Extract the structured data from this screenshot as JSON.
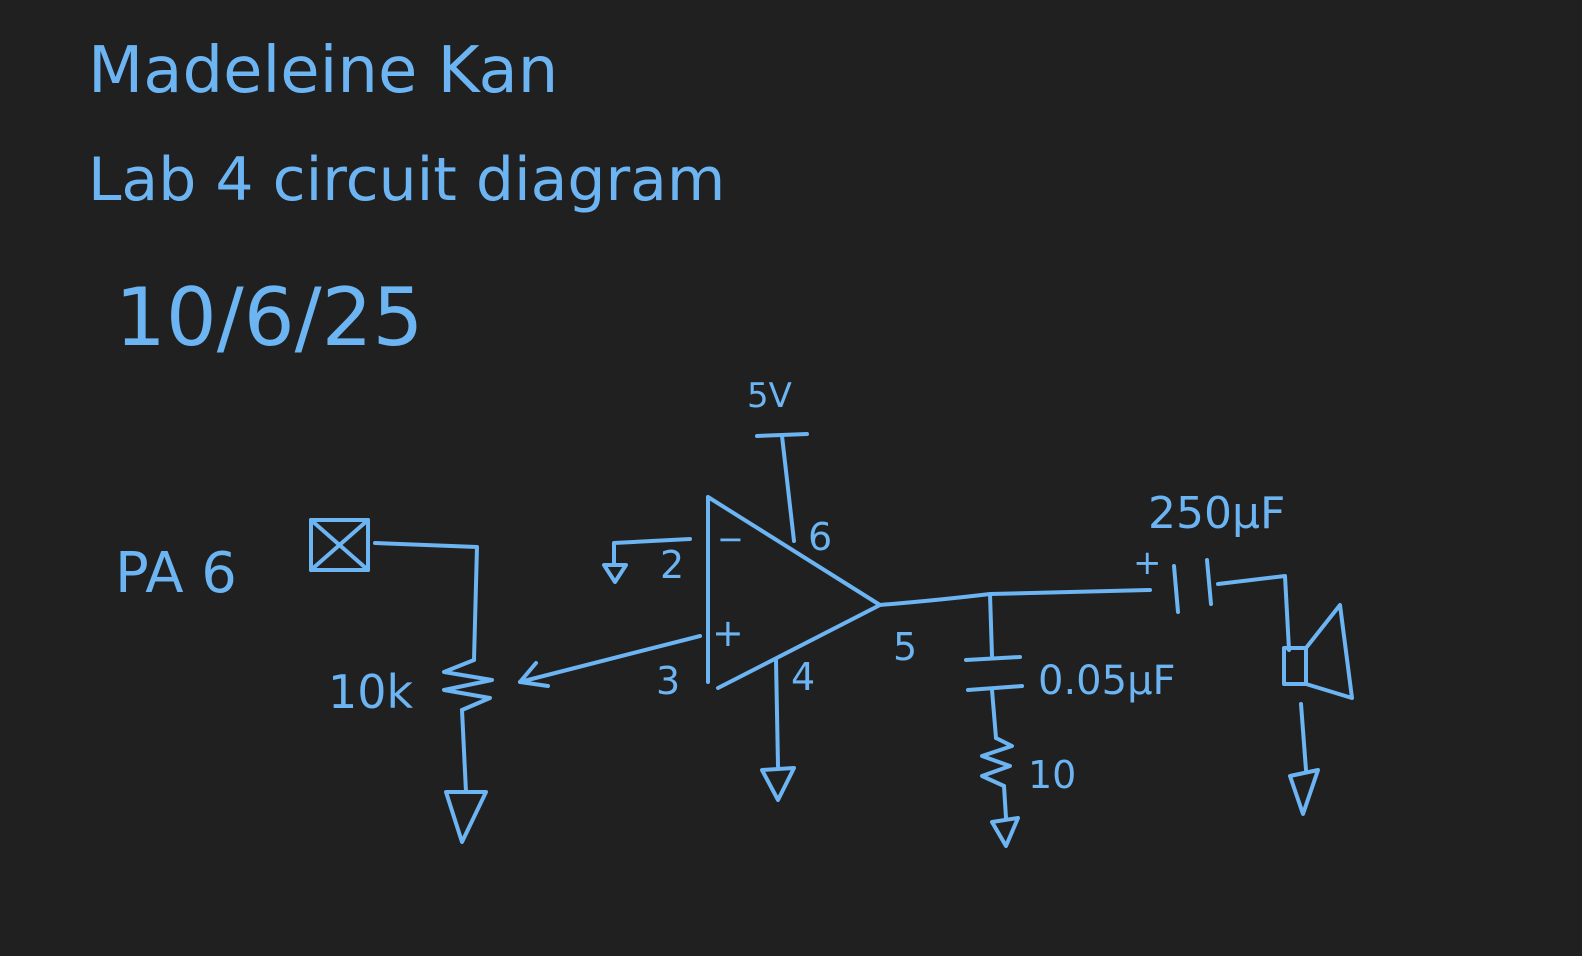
{
  "canvas": {
    "background": "#202020",
    "ink": "#6CB4F2"
  },
  "header": {
    "name": "Madeleine Kan",
    "title": "Lab 4 circuit diagram",
    "date": "10/6/25"
  },
  "labels": {
    "pin_name": "PA 6",
    "supply": "5V",
    "pot_value": "10k",
    "pin_2": "2",
    "pin_3": "3",
    "pin_4": "4",
    "pin_5": "5",
    "pin_6": "6",
    "minus_input": "−",
    "plus_input": "+",
    "cap_small": "0.05µF",
    "res_small": "10",
    "cap_large": "250µF",
    "cap_large_polarity": "+"
  }
}
